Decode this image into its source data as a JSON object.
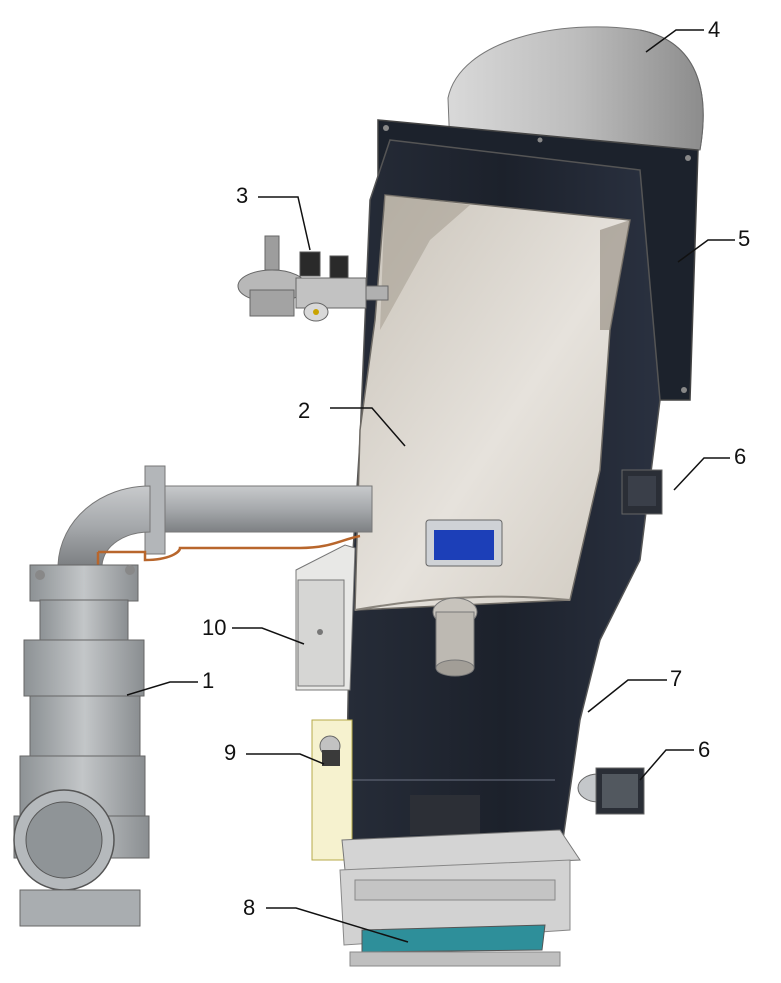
{
  "callouts": [
    {
      "id": "1",
      "label": "1"
    },
    {
      "id": "2",
      "label": "2"
    },
    {
      "id": "3",
      "label": "3"
    },
    {
      "id": "4",
      "label": "4"
    },
    {
      "id": "5",
      "label": "5"
    },
    {
      "id": "6a",
      "label": "6"
    },
    {
      "id": "6b",
      "label": "6"
    },
    {
      "id": "7",
      "label": "7"
    },
    {
      "id": "8",
      "label": "8"
    },
    {
      "id": "9",
      "label": "9"
    },
    {
      "id": "10",
      "label": "10"
    }
  ],
  "colors": {
    "housing_dark": "#1f2530",
    "hopper_light": "#d8d3cb",
    "pipe_grey": "#a9acaf",
    "valve_grey": "#9ea3a6",
    "display_blue": "#1c3fb8",
    "copper_line": "#b8662c",
    "window_teal": "#2e8f9a",
    "leader_line": "#111111"
  }
}
